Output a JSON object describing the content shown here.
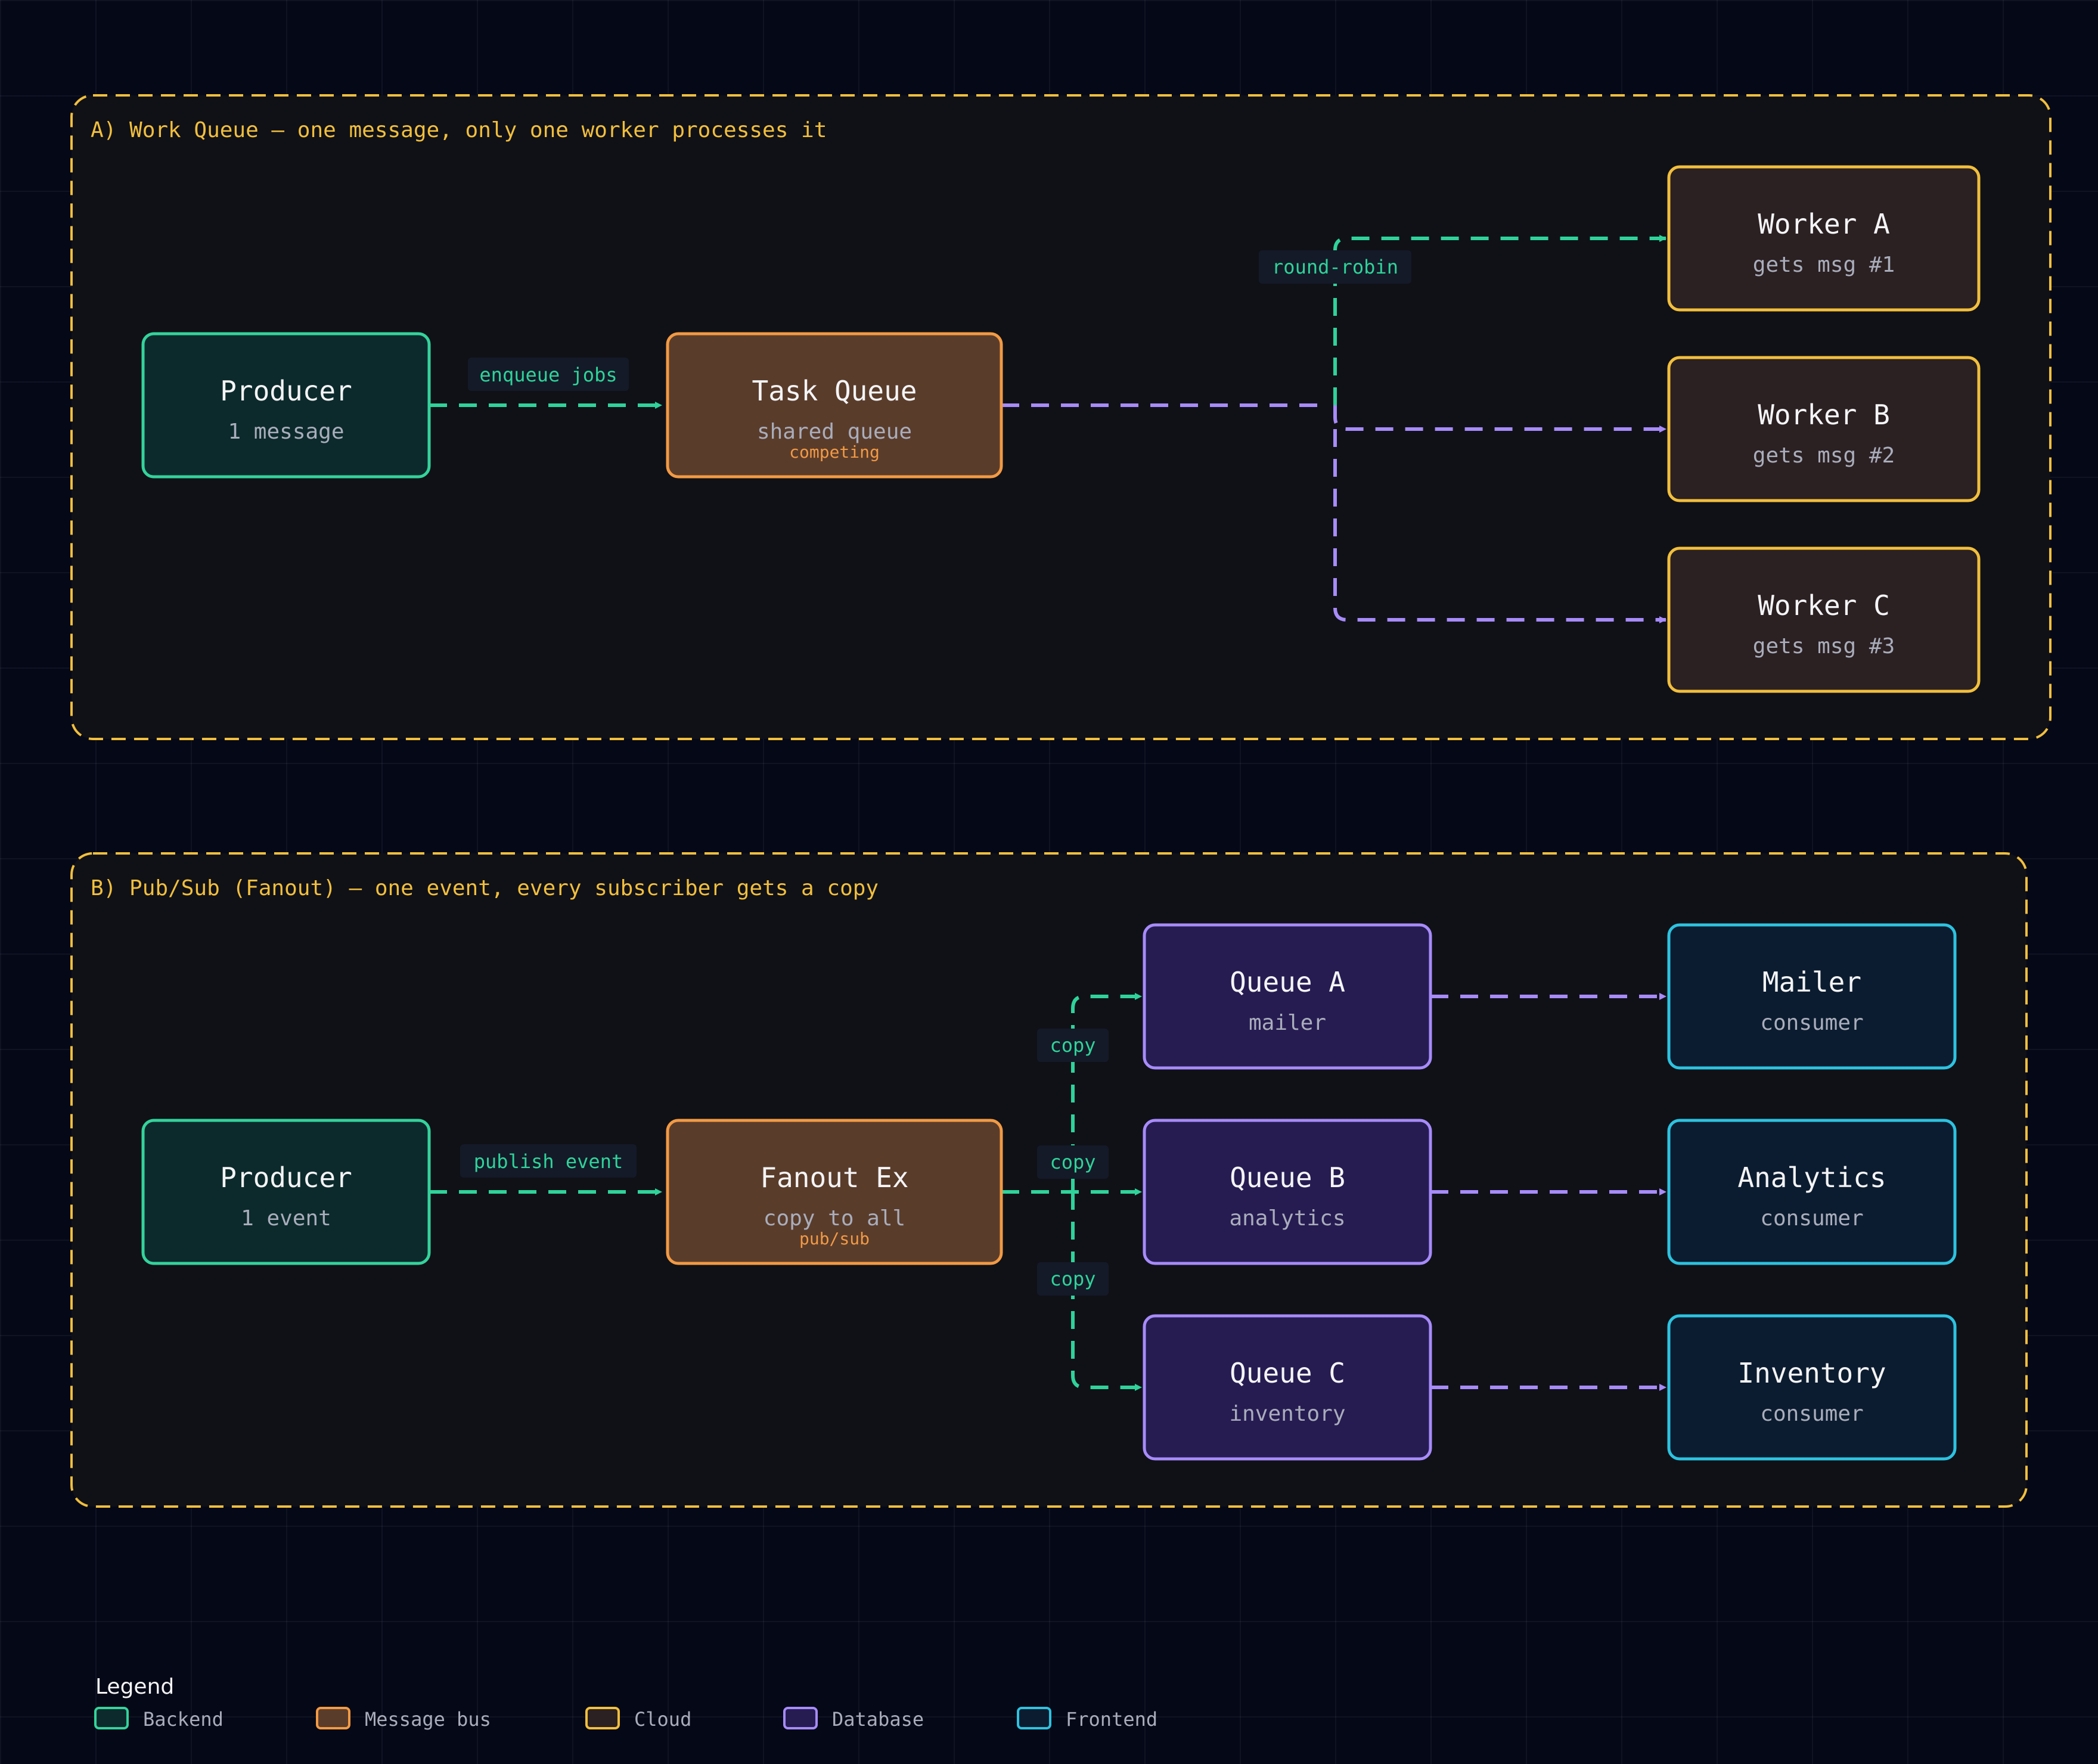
{
  "colors": {
    "background": "#050817",
    "group_border": "#f2bf3c",
    "backend": {
      "fill": "#0c2a2c",
      "stroke": "#34d39b"
    },
    "message_bus": {
      "fill": "#5a3c2b",
      "stroke": "#f29a44"
    },
    "cloud": {
      "fill": "#2b2022",
      "stroke": "#f2bf3c"
    },
    "database": {
      "fill": "#261c52",
      "stroke": "#a78bfa"
    },
    "frontend": {
      "fill": "#0c1c30",
      "stroke": "#2cc3e0"
    },
    "edge_green": "#2fd39a",
    "edge_purple": "#a78bfa"
  },
  "groups": {
    "work_queue": {
      "title": "A) Work Queue — one message, only one worker processes it",
      "nodes": {
        "producer": {
          "title": "Producer",
          "subtitle": "1 message",
          "kind": "backend"
        },
        "task_queue": {
          "title": "Task Queue",
          "subtitle": "shared queue",
          "tag": "competing",
          "kind": "message_bus"
        },
        "worker_a": {
          "title": "Worker A",
          "subtitle": "gets msg #1",
          "kind": "cloud"
        },
        "worker_b": {
          "title": "Worker B",
          "subtitle": "gets msg #2",
          "kind": "cloud"
        },
        "worker_c": {
          "title": "Worker C",
          "subtitle": "gets msg #3",
          "kind": "cloud"
        }
      },
      "edge_labels": {
        "enqueue": "enqueue jobs",
        "round_robin": "round-robin"
      }
    },
    "pub_sub": {
      "title": "B) Pub/Sub (Fanout) — one event, every subscriber gets a copy",
      "nodes": {
        "producer": {
          "title": "Producer",
          "subtitle": "1 event",
          "kind": "backend"
        },
        "fanout": {
          "title": "Fanout Ex",
          "subtitle": "copy to all",
          "tag": "pub/sub",
          "kind": "message_bus"
        },
        "queue_a": {
          "title": "Queue A",
          "subtitle": "mailer",
          "kind": "database"
        },
        "queue_b": {
          "title": "Queue B",
          "subtitle": "analytics",
          "kind": "database"
        },
        "queue_c": {
          "title": "Queue C",
          "subtitle": "inventory",
          "kind": "database"
        },
        "mailer": {
          "title": "Mailer",
          "subtitle": "consumer",
          "kind": "frontend"
        },
        "analytics": {
          "title": "Analytics",
          "subtitle": "consumer",
          "kind": "frontend"
        },
        "inventory": {
          "title": "Inventory",
          "subtitle": "consumer",
          "kind": "frontend"
        }
      },
      "edge_labels": {
        "publish": "publish event",
        "copy_a": "copy",
        "copy_b": "copy",
        "copy_c": "copy"
      }
    }
  },
  "legend": {
    "title": "Legend",
    "items": [
      {
        "label": "Backend",
        "kind": "backend"
      },
      {
        "label": "Message bus",
        "kind": "message_bus"
      },
      {
        "label": "Cloud",
        "kind": "cloud"
      },
      {
        "label": "Database",
        "kind": "database"
      },
      {
        "label": "Frontend",
        "kind": "frontend"
      }
    ]
  }
}
